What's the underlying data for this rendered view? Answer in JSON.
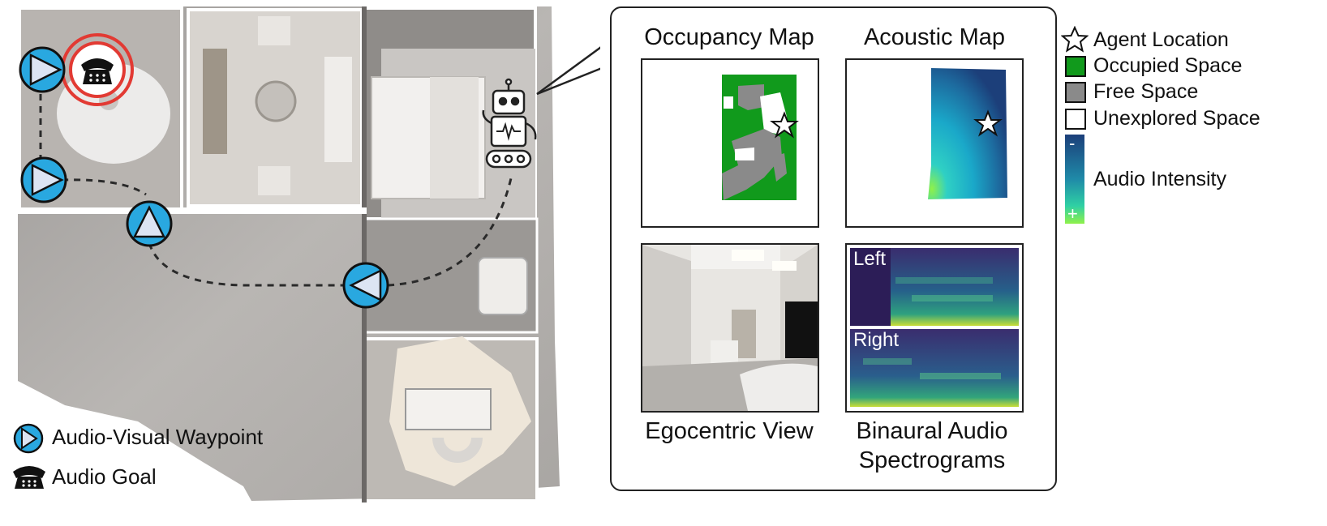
{
  "legend_left": {
    "waypoint_label": "Audio-Visual Waypoint",
    "goal_label": "Audio Goal",
    "waypoint_icon": "waypoint-triangle-icon",
    "goal_icon": "telephone-icon"
  },
  "panels": {
    "occupancy_title": "Occupancy Map",
    "acoustic_title": "Acoustic Map",
    "egocentric_title": "Egocentric View",
    "binaural_title_line1": "Binaural Audio",
    "binaural_title_line2": "Spectrograms",
    "spectrogram_left": "Left",
    "spectrogram_right": "Right"
  },
  "legend_right": {
    "agent_location": "Agent Location",
    "occupied_space": "Occupied Space",
    "free_space": "Free Space",
    "unexplored_space": "Unexplored Space",
    "audio_intensity": "Audio Intensity",
    "colorbar_low": "-",
    "colorbar_high": "+"
  },
  "colors": {
    "occupied": "#119a1c",
    "free": "#8a8a8a",
    "unexplored": "#ffffff",
    "waypoint_fill": "#29a8e0",
    "goal_ring": "#e23a33",
    "acoustic_high": "#7de84a",
    "acoustic_mid": "#1fb3c8",
    "acoustic_low": "#1c3f7a"
  }
}
